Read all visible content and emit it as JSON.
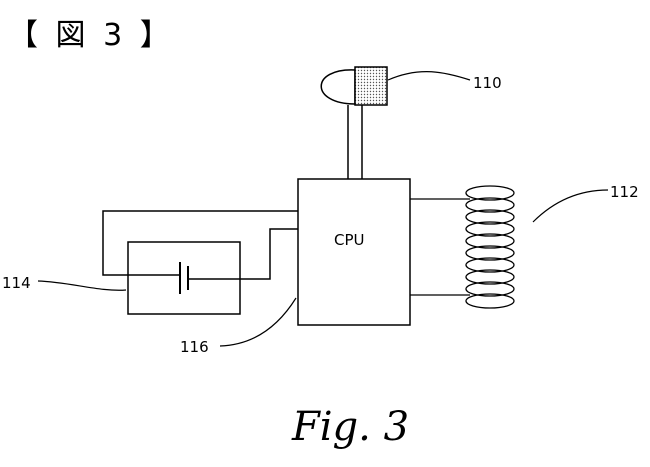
{
  "header": {
    "title": "【 図 3 】"
  },
  "diagram": {
    "cpu_label": "CPU",
    "refs": {
      "sensor": "110",
      "coil": "112",
      "battery": "114",
      "line": "116"
    },
    "caption": "Fig. 3"
  }
}
